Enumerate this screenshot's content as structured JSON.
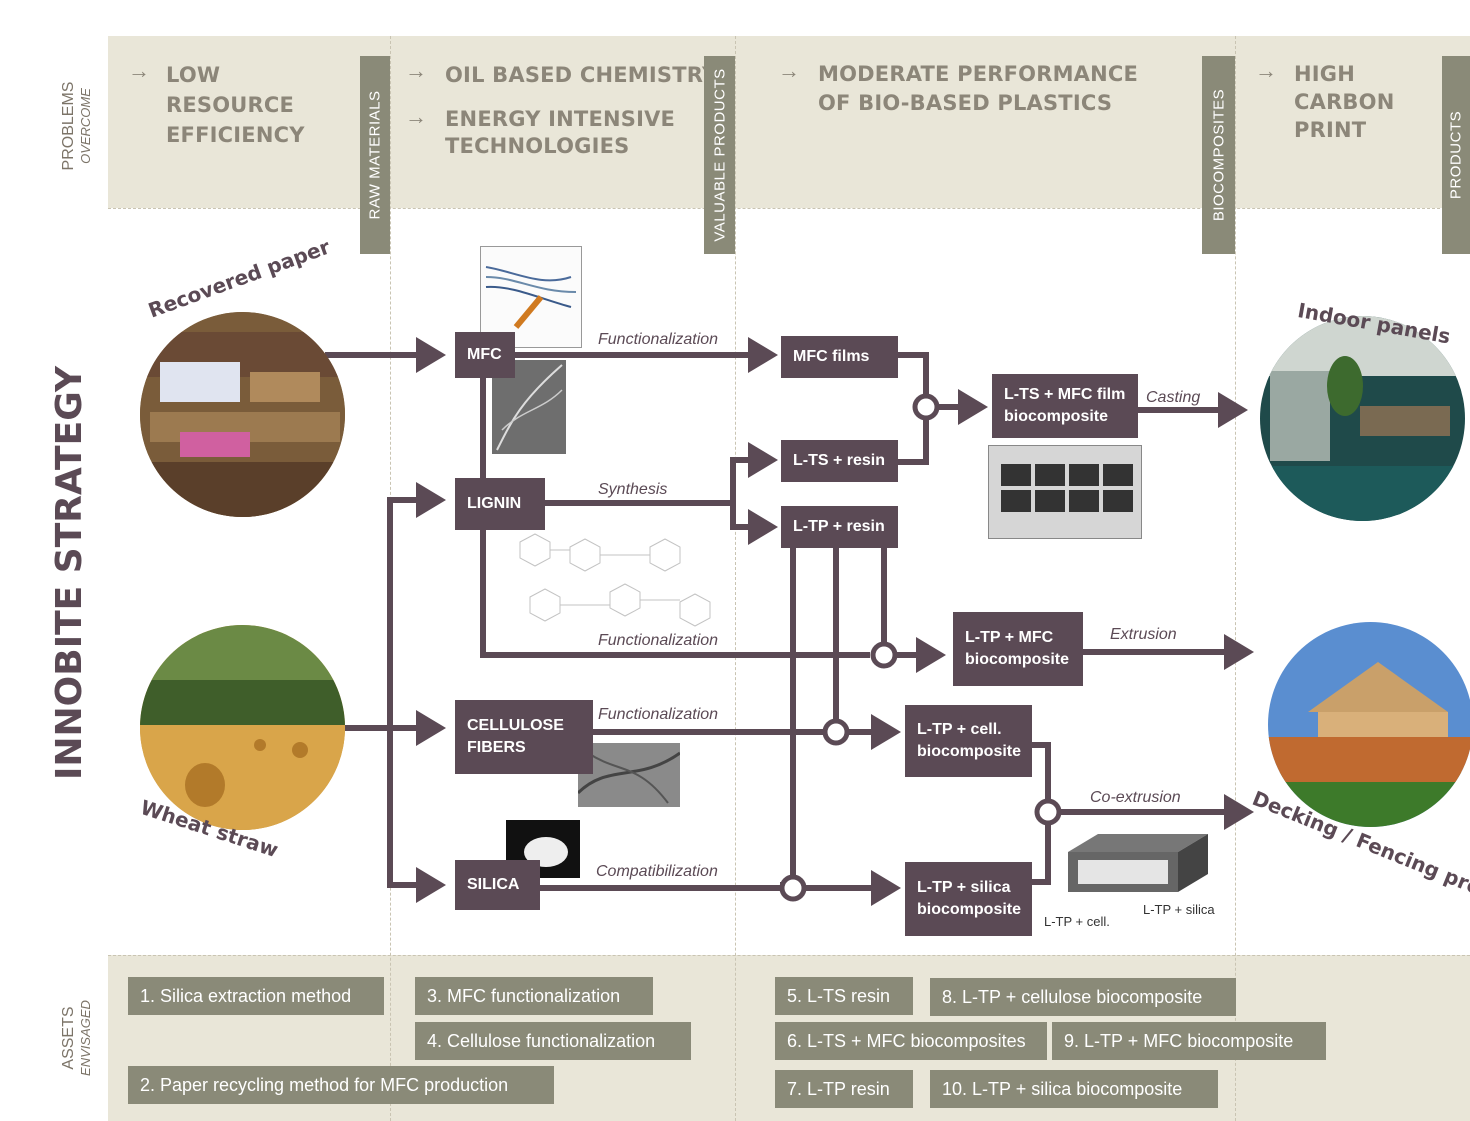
{
  "colors": {
    "node": "#5b4a55",
    "band": "#e9e6d8",
    "tab": "#8a8a78",
    "problem_text": "#8c8679"
  },
  "side": {
    "problems_line1": "PROBLEMS",
    "problems_line2": "OVERCOME",
    "strategy": "INNOBITE STRATEGY",
    "assets_line1": "ASSETS",
    "assets_line2": "ENVISAGED"
  },
  "problems": [
    {
      "lines": [
        "LOW",
        "RESOURCE",
        "EFFICIENCY"
      ]
    },
    {
      "lines": [
        "OIL BASED CHEMISTRY",
        "ENERGY INTENSIVE",
        "TECHNOLOGIES"
      ]
    },
    {
      "lines": [
        "MODERATE  PERFORMANCE",
        "OF BIO-BASED PLASTICS"
      ]
    },
    {
      "lines": [
        "HIGH",
        "CARBON",
        "PRINT"
      ]
    }
  ],
  "arrow_glyph": "→",
  "tabs": [
    "RAW  MATERIALS",
    "VALUABLE  PRODUCTS",
    "BIOCOMPOSITES",
    "PRODUCTS"
  ],
  "photos": {
    "recovered_paper": "Recovered paper",
    "wheat_straw": "Wheat straw",
    "indoor_panels": "Indoor panels",
    "decking": "Decking / Fencing profiles"
  },
  "nodes": {
    "mfc": "MFC",
    "lignin": "LIGNIN",
    "cellulose": [
      "CELLULOSE",
      "FIBERS"
    ],
    "silica": "SILICA",
    "mfc_films": "MFC films",
    "lts_resin": "L-TS + resin",
    "ltp_resin": "L-TP + resin",
    "lts_mfc": [
      "L-TS + MFC film",
      "biocomposite"
    ],
    "ltp_mfc": [
      "L-TP + MFC",
      "biocomposite"
    ],
    "ltp_cell": [
      "L-TP + cell.",
      "biocomposite"
    ],
    "ltp_silica": [
      "L-TP + silica",
      "biocomposite"
    ]
  },
  "process_labels": {
    "functionalization": "Functionalization",
    "synthesis": "Synthesis",
    "compatibilization": "Compatibilization",
    "casting": "Casting",
    "extrusion": "Extrusion",
    "coextrusion": "Co-extrusion"
  },
  "profile_labels": {
    "cell": "L-TP + cell.",
    "silica": "L-TP + silica"
  },
  "assets": {
    "a1": "1. Silica extraction method",
    "a2": "2. Paper recycling method for MFC production",
    "a3": "3. MFC functionalization",
    "a4": "4. Cellulose functionalization",
    "a5": "5. L-TS resin",
    "a6": "6. L-TS + MFC biocomposites",
    "a7": "7. L-TP resin",
    "a8": "8. L-TP + cellulose biocomposite",
    "a9": "9. L-TP + MFC biocomposite",
    "a10": "10. L-TP + silica biocomposite"
  }
}
